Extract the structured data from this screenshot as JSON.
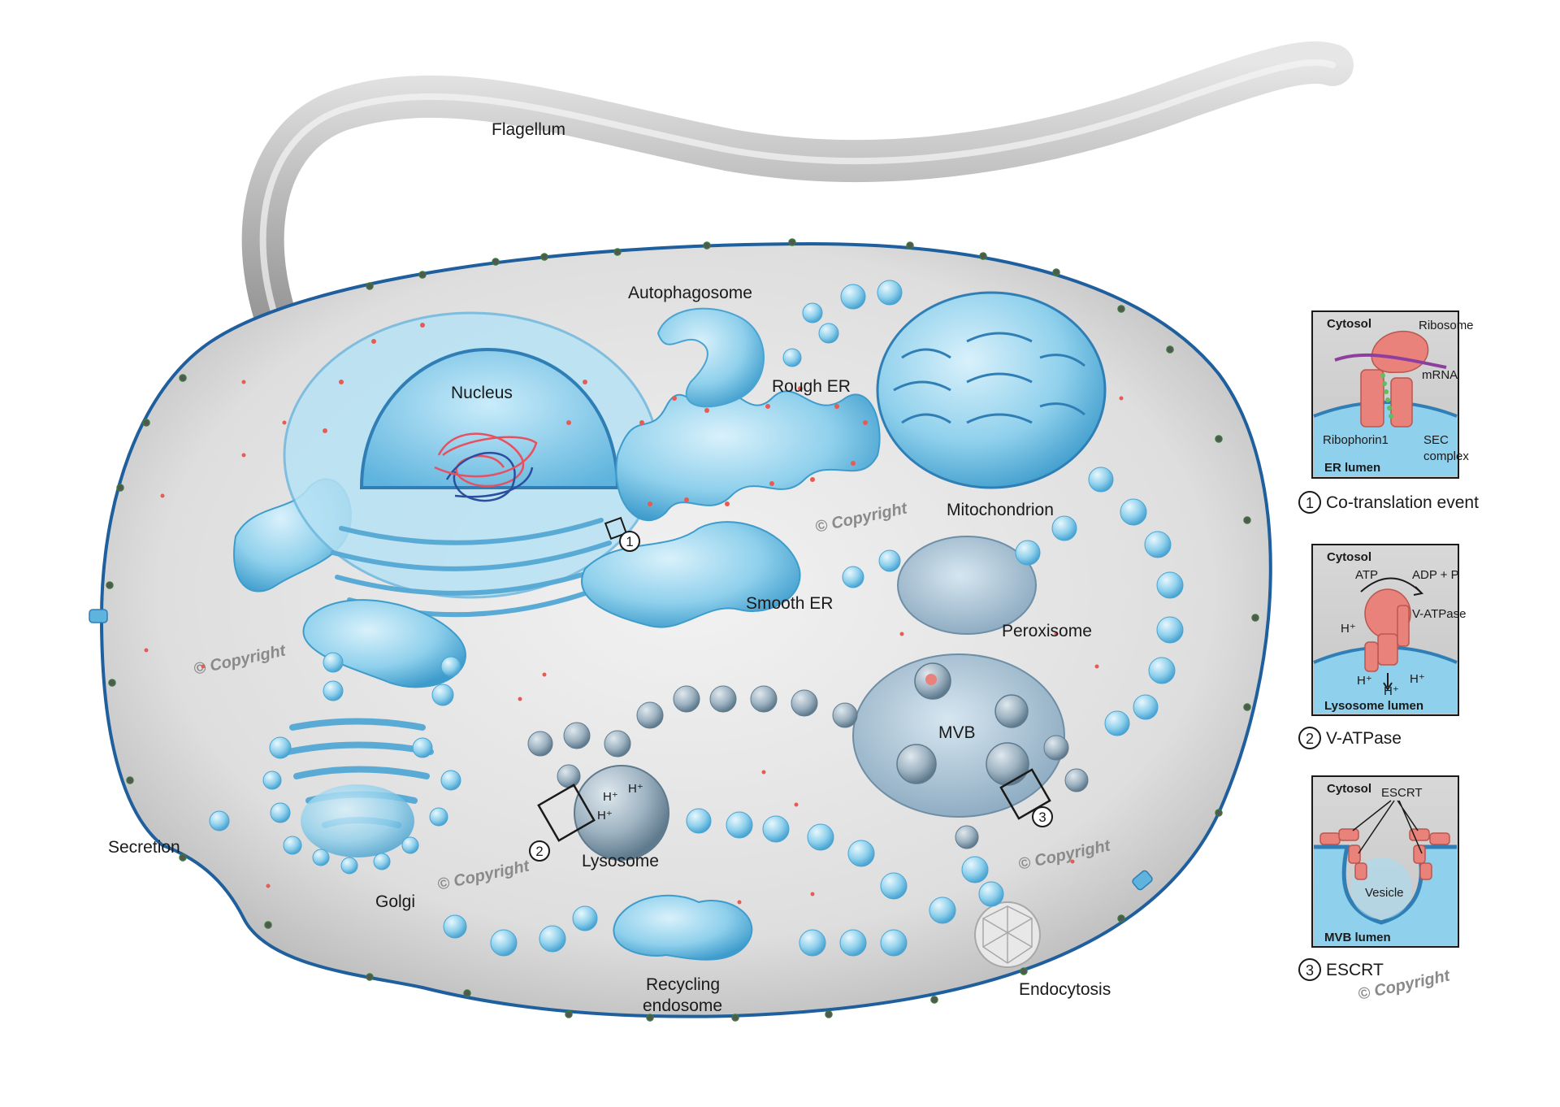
{
  "labels": {
    "flagellum": "Flagellum",
    "autophagosome": "Autophagosome",
    "nucleus": "Nucleus",
    "rough_er": "Rough ER",
    "mitochondrion": "Mitochondrion",
    "smooth_er": "Smooth ER",
    "peroxisome": "Peroxisome",
    "mvb": "MVB",
    "lysosome": "Lysosome",
    "golgi": "Golgi",
    "secretion": "Secretion",
    "recycling_endosome_1": "Recycling",
    "recycling_endosome_2": "endosome",
    "endocytosis": "Endocytosis"
  },
  "markers": [
    "1",
    "2",
    "3"
  ],
  "lysosome_ions": [
    "H⁺",
    "H⁺",
    "H⁺"
  ],
  "watermark": "© Copyright",
  "insets": {
    "cotranslation": {
      "cytosol": "Cytosol",
      "ribosome": "Ribosome",
      "mrna": "mRNA",
      "ribophorin": "Ribophorin1",
      "sec1": "SEC",
      "sec2": "complex",
      "lumen": "ER lumen",
      "number": "1",
      "caption": "Co-translation event"
    },
    "vatpase": {
      "cytosol": "Cytosol",
      "atp": "ATP",
      "adp": "ADP + P",
      "name": "V-ATPase",
      "h1": "H⁺",
      "h2": "H⁺",
      "h3": "H⁺",
      "h4": "H⁺",
      "lumen": "Lysosome lumen",
      "number": "2",
      "caption": "V-ATPase"
    },
    "escrt": {
      "cytosol": "Cytosol",
      "escrt": "ESCRT",
      "vesicle": "Vesicle",
      "lumen": "MVB lumen",
      "number": "3",
      "caption": "ESCRT"
    }
  },
  "colors": {
    "cell_fill": "#dcdcdc",
    "membrane": "#1f5f9e",
    "organelle_blue": "#7cc6e8",
    "organelle_dark": "#3a8fc4",
    "protein_red": "#e8827a",
    "endosome_gray": "#8aa2b4"
  }
}
